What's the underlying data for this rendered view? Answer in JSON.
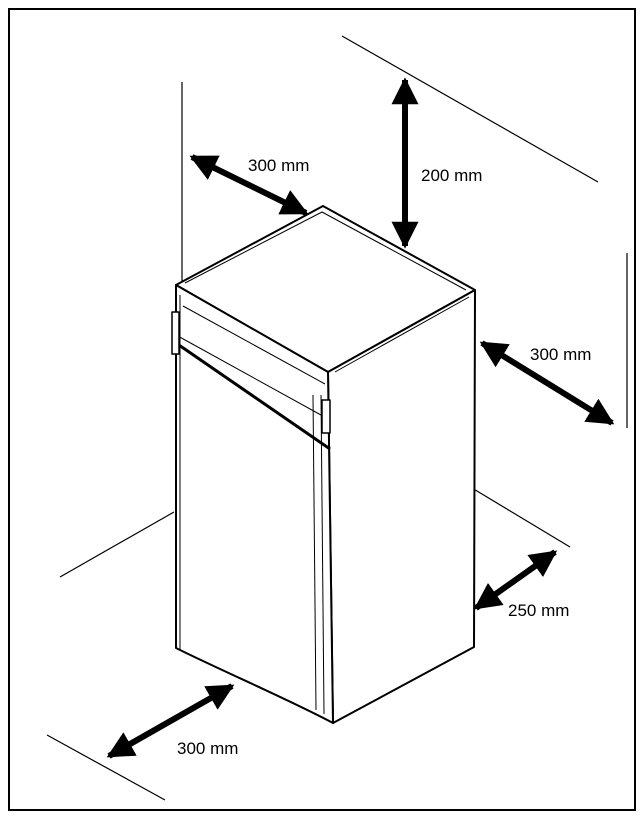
{
  "figure": {
    "labels": {
      "left_wall": "300 mm",
      "top": "200 mm",
      "right_side": "300 mm",
      "rear_right": "250 mm",
      "front": "300 mm"
    }
  }
}
